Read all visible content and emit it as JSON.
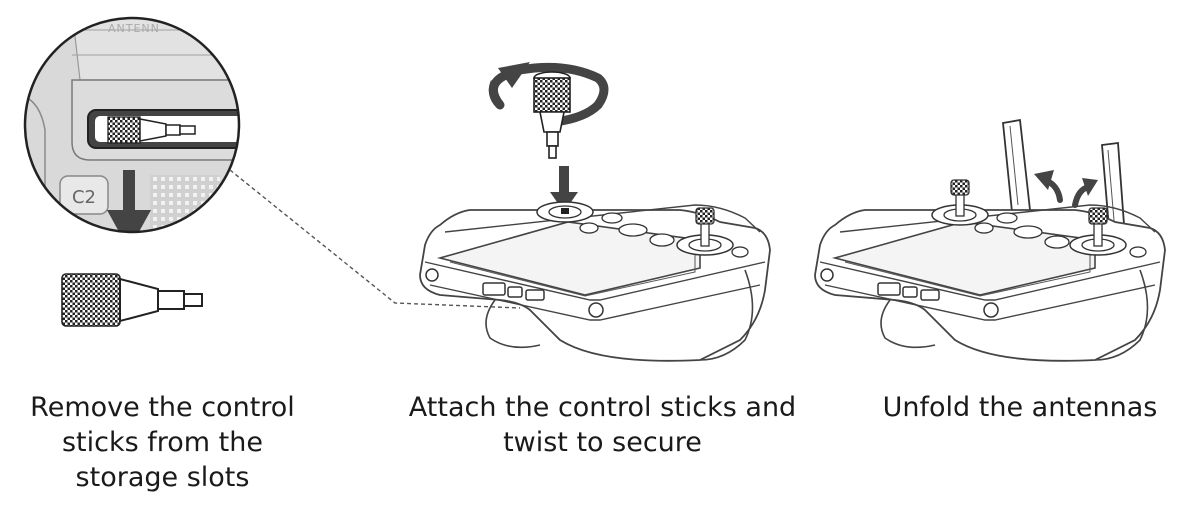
{
  "inset": {
    "antenna_label": "ANTENN",
    "c2_label": "C2"
  },
  "steps": [
    {
      "lines": [
        "Remove the control",
        "sticks from the",
        "storage slots"
      ]
    },
    {
      "lines": [
        "Attach the control sticks and",
        "twist to secure"
      ]
    },
    {
      "lines": [
        "Unfold the antennas"
      ]
    }
  ]
}
